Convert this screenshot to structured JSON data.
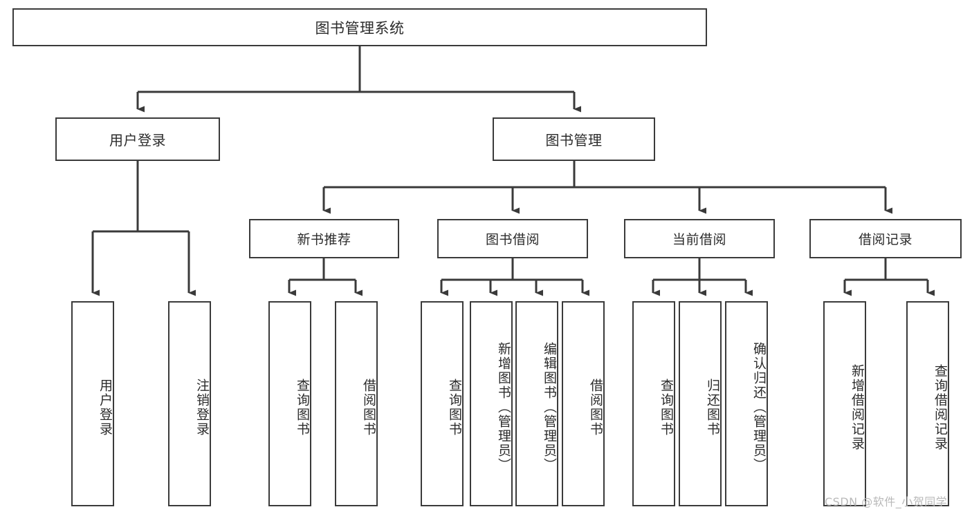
{
  "diagram": {
    "title": "图书管理系统",
    "type": "tree-hierarchy-chart",
    "watermark": "CSDN @软件_小贺同学",
    "root": {
      "label": "图书管理系统"
    },
    "level1": [
      {
        "label": "用户登录"
      },
      {
        "label": "图书管理"
      }
    ],
    "level2": [
      {
        "label": "新书推荐"
      },
      {
        "label": "图书借阅"
      },
      {
        "label": "当前借阅"
      },
      {
        "label": "借阅记录"
      }
    ],
    "leaves": [
      {
        "label": "用户登录"
      },
      {
        "label": "注销登录"
      },
      {
        "label": "查询图书"
      },
      {
        "label": "借阅图书"
      },
      {
        "label": "查询图书"
      },
      {
        "label": "新增图书（管理员）"
      },
      {
        "label": "编辑图书（管理员）"
      },
      {
        "label": "借阅图书"
      },
      {
        "label": "查询图书"
      },
      {
        "label": "归还图书"
      },
      {
        "label": "确认归还（管理员）"
      },
      {
        "label": "新增借阅记录"
      },
      {
        "label": "查询借阅记录"
      }
    ],
    "colors": {
      "box_border": "#3a3a3a",
      "box_fill": "#ffffff",
      "text": "#2b2b2b",
      "connector": "#3a3a3a",
      "watermark": "#b9b9b9",
      "background": "#ffffff"
    }
  }
}
